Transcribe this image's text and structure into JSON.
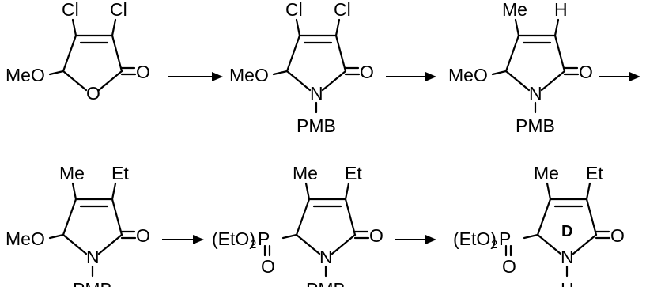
{
  "scheme": {
    "compounds": [
      {
        "substituents": {
          "top_left": "Cl",
          "top_right": "Cl",
          "left": "MeO",
          "ring_atom": "O",
          "carbonyl": "O"
        }
      },
      {
        "substituents": {
          "top_left": "Cl",
          "top_right": "Cl",
          "left": "MeO",
          "ring_atom": "N",
          "carbonyl": "O",
          "n_group": "PMB"
        }
      },
      {
        "substituents": {
          "top_left": "Me",
          "top_right": "H",
          "left": "MeO",
          "ring_atom": "N",
          "carbonyl": "O",
          "n_group": "PMB"
        }
      },
      {
        "substituents": {
          "top_left": "Me",
          "top_right": "Et",
          "left": "MeO",
          "ring_atom": "N",
          "carbonyl": "O",
          "n_group": "PMB"
        }
      },
      {
        "substituents": {
          "top_left": "Me",
          "top_right": "Et",
          "left": "(EtO)",
          "left_sub": "2",
          "left_p": "P",
          "p_oxo": "O",
          "ring_atom": "N",
          "carbonyl": "O",
          "n_group": "PMB"
        }
      },
      {
        "substituents": {
          "top_left": "Me",
          "top_right": "Et",
          "left": "(EtO)",
          "left_sub": "2",
          "left_p": "P",
          "p_oxo": "O",
          "ring_atom": "N",
          "carbonyl": "O",
          "n_group": "H",
          "ring_label": "D"
        }
      }
    ],
    "arrows": 5
  }
}
